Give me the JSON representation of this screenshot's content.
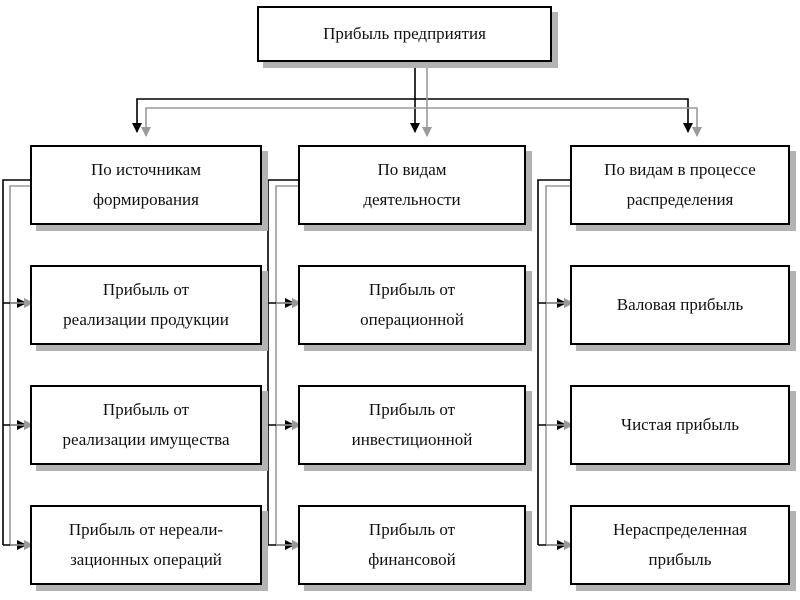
{
  "root": {
    "label": "Прибыль предприятия"
  },
  "columns": [
    {
      "header": "По источникам\nформирования",
      "items": [
        "Прибыль от\nреализации продукции",
        "Прибыль от\nреализации имущества",
        "Прибыль от нереали-\nзационных операций"
      ]
    },
    {
      "header": "По видам\nдеятельности",
      "items": [
        "Прибыль от\nоперационной",
        "Прибыль от\nинвестиционной",
        "Прибыль от\nфинансовой"
      ]
    },
    {
      "header": "По видам в процессе\nраспределения",
      "items": [
        "Валовая прибыль",
        "Чистая прибыль",
        "Нераспределенная\nприбыль"
      ]
    }
  ]
}
